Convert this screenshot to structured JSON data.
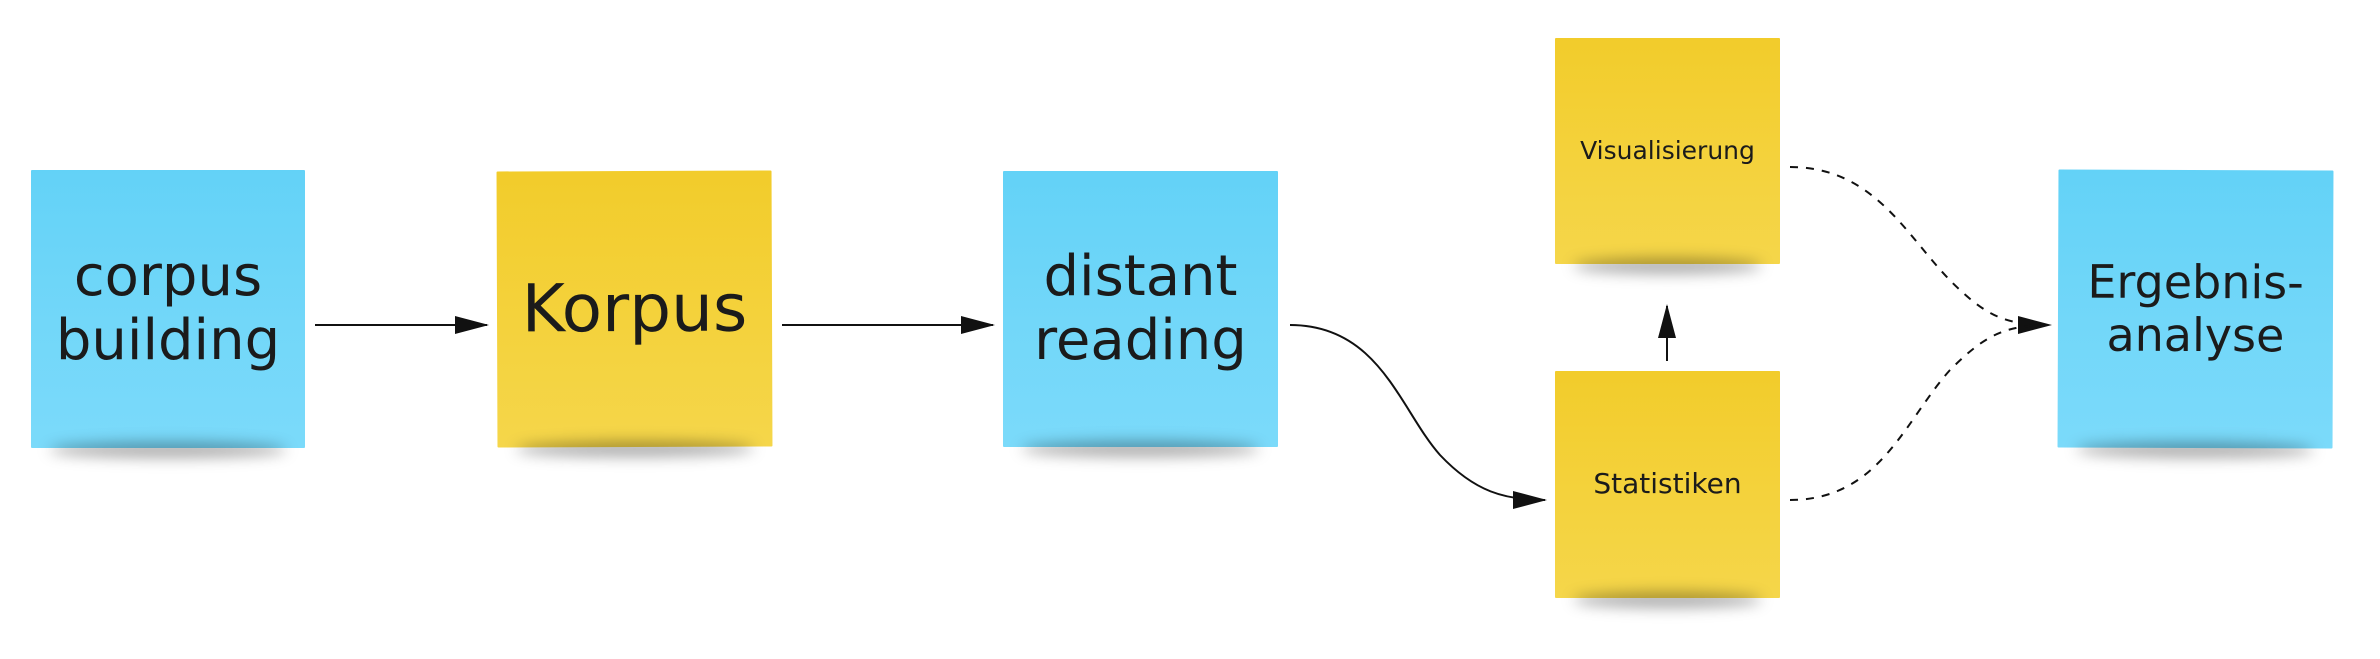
{
  "diagram": {
    "notes": {
      "corpus_building": {
        "text": "corpus building",
        "color": "#6dd5f8"
      },
      "korpus": {
        "text": "Korpus",
        "color": "#f3d037"
      },
      "distant_reading": {
        "text": "distant reading",
        "color": "#6dd5f8"
      },
      "visualisierung": {
        "text": "Visualisierung",
        "color": "#f3d037"
      },
      "statistiken": {
        "text": "Statistiken",
        "color": "#f3d037"
      },
      "ergebnisanalyse": {
        "text": "Ergebnis-analyse",
        "color": "#6dd5f8"
      }
    },
    "edges": [
      {
        "from": "corpus building",
        "to": "Korpus",
        "style": "solid"
      },
      {
        "from": "Korpus",
        "to": "distant reading",
        "style": "solid"
      },
      {
        "from": "distant reading",
        "to": "Statistiken",
        "style": "solid"
      },
      {
        "from": "Statistiken",
        "to": "Visualisierung",
        "style": "solid"
      },
      {
        "from": "Visualisierung",
        "to": "Ergebnis-analyse",
        "style": "dashed"
      },
      {
        "from": "Statistiken",
        "to": "Ergebnis-analyse",
        "style": "dashed"
      }
    ]
  }
}
